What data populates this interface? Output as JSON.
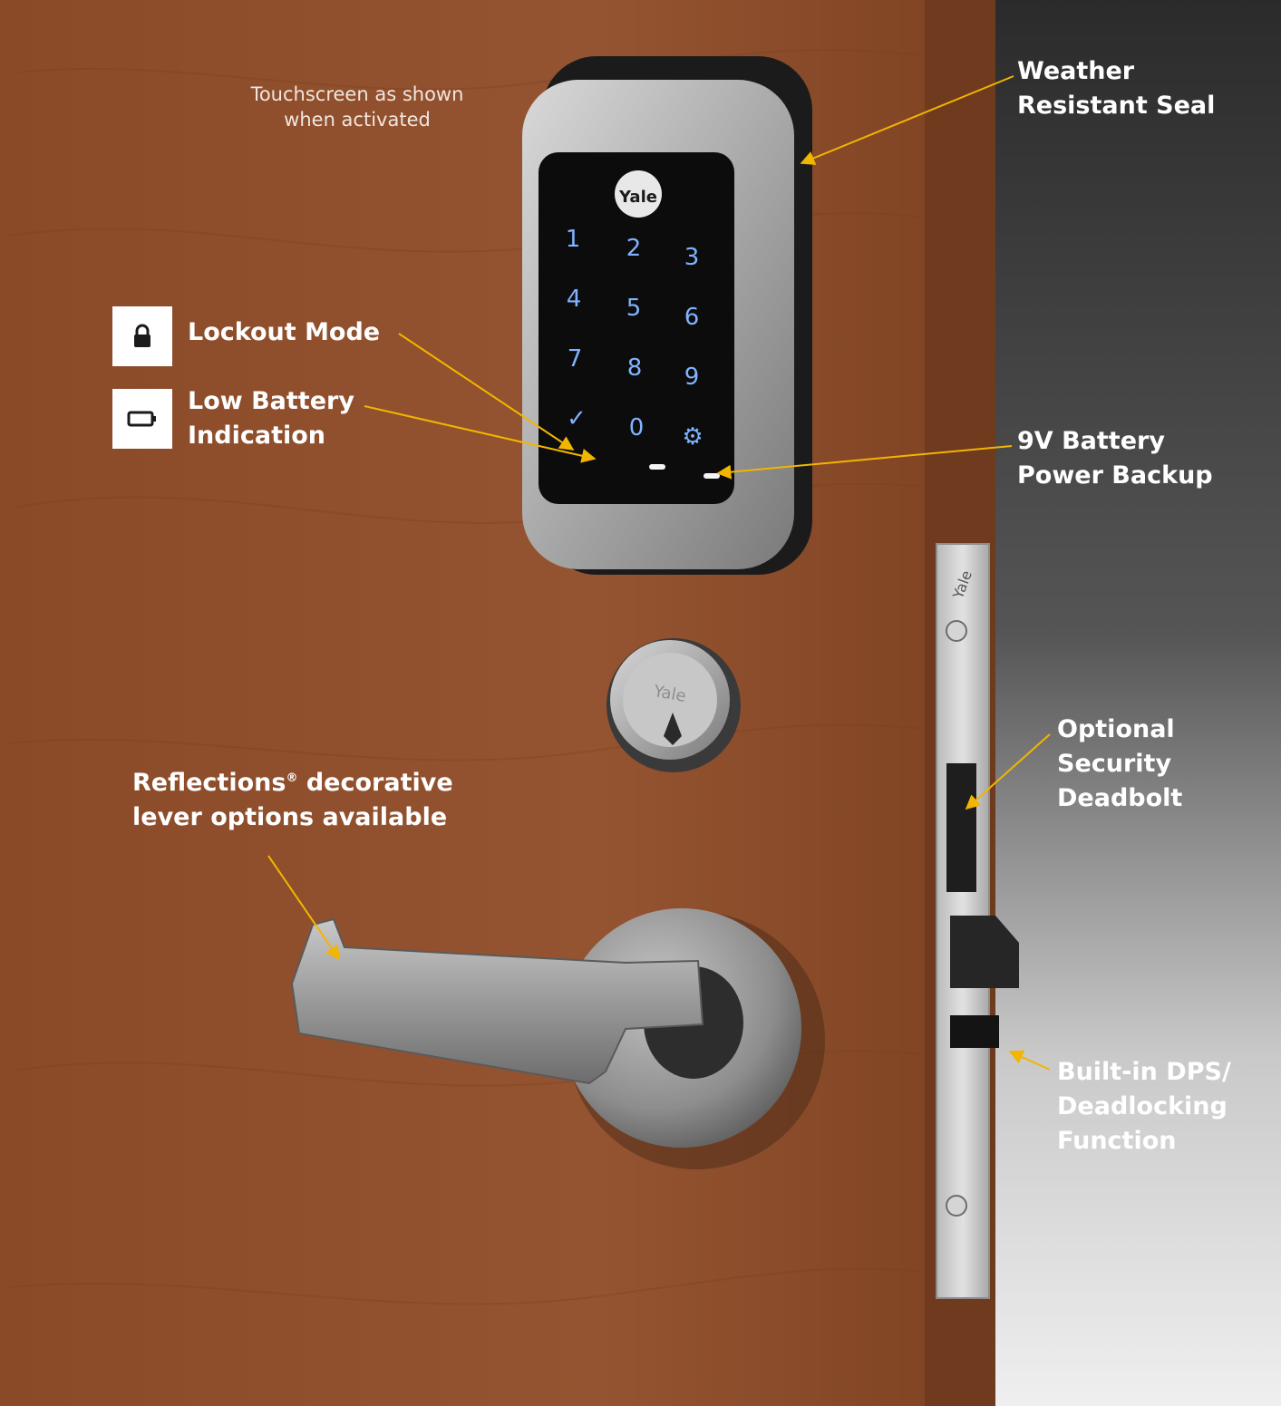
{
  "callouts": {
    "touchscreen_note": [
      "Touchscreen as shown",
      "when activated"
    ],
    "weather_seal": [
      "Weather",
      "Resistant Seal"
    ],
    "lockout_mode": "Lockout Mode",
    "low_battery": [
      "Low Battery",
      "Indication"
    ],
    "battery_backup": [
      "9V Battery",
      "Power Backup"
    ],
    "reflections_line1_pre": "Reflections",
    "reflections_mark": "®",
    "reflections_line1_post": " decorative",
    "reflections_line2": "lever options available",
    "security_deadbolt": [
      "Optional",
      "Security",
      "Deadbolt"
    ],
    "dps_function": [
      "Built-in DPS/",
      "Deadlocking",
      "Function"
    ]
  },
  "keypad": {
    "brand": "Yale",
    "keys": [
      "1",
      "2",
      "3",
      "4",
      "5",
      "6",
      "7",
      "8",
      "9",
      "✓",
      "0",
      "⚙"
    ]
  },
  "cylinder_brand": "Yale",
  "faceplate_brand": "Yale",
  "icons": {
    "lockout": "padlock-icon",
    "battery": "battery-icon"
  },
  "colors": {
    "accent_arrow": "#f2b500",
    "door": "#8f4f2b",
    "label_text": "#ffffff"
  }
}
